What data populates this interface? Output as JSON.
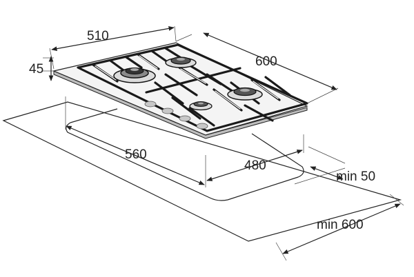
{
  "labels": {
    "hob_width": "510",
    "hob_height": "45",
    "hob_depth": "600",
    "cutout_width": "560",
    "cutout_depth": "480",
    "min_side": "min 50",
    "min_front": "min 600"
  },
  "colors": {
    "line": "#222222",
    "glass_top": "#f4f4f4",
    "glass_edge": "#bdbdbd",
    "grate": "#1a1a1a",
    "knob": "#c8c8c8"
  }
}
